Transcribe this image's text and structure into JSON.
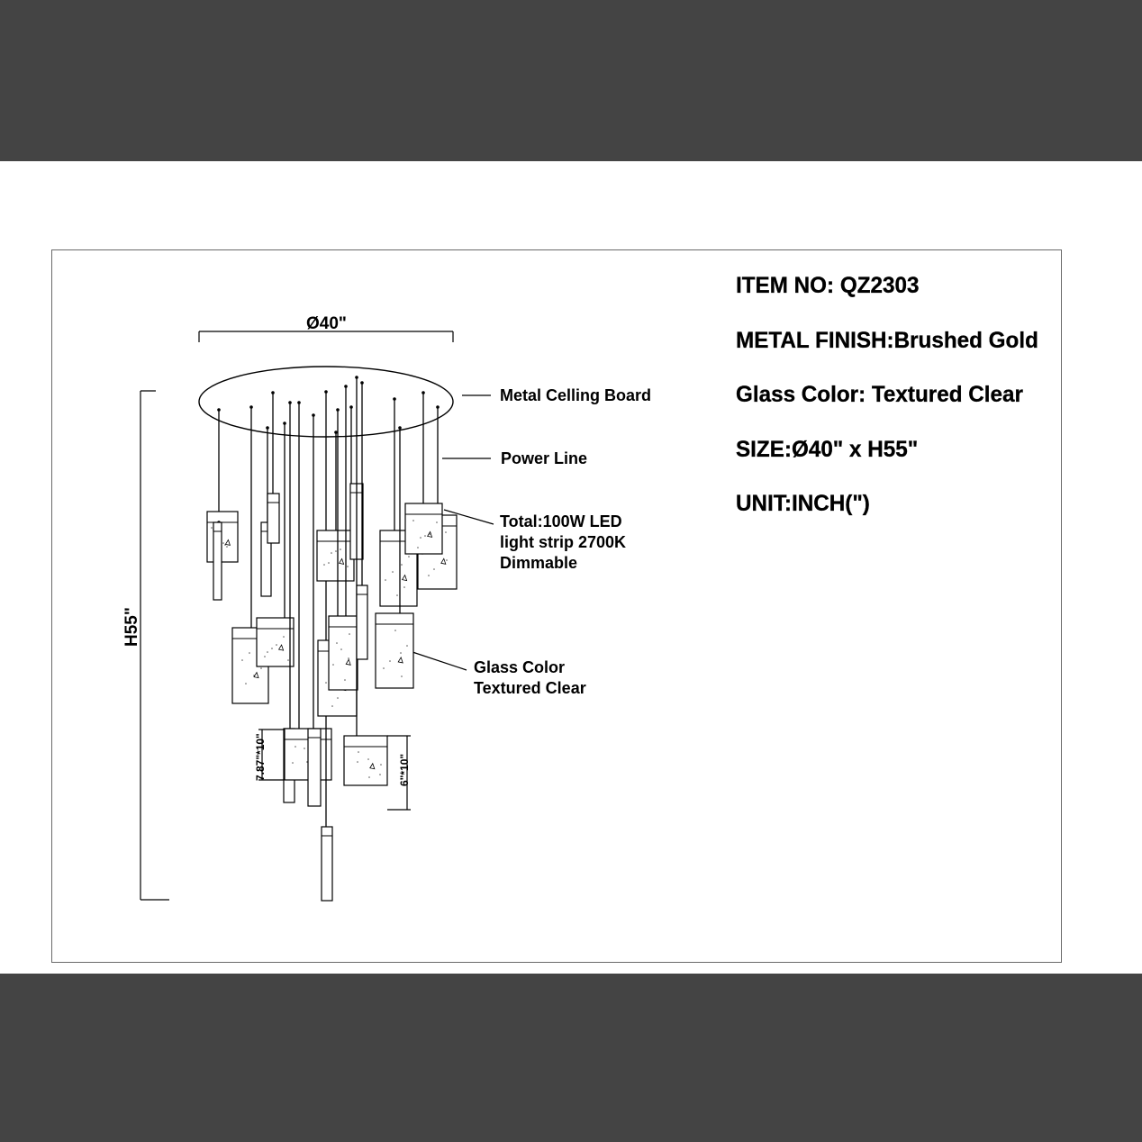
{
  "specs": {
    "item_no": "ITEM NO: QZ2303",
    "metal_finish": "METAL FINISH:Brushed Gold",
    "glass_color": "Glass Color: Textured Clear",
    "size": "SIZE:Ø40\" x H55\"",
    "unit": "UNIT:INCH(\")"
  },
  "callouts": {
    "ceiling_board": "Metal Celling Board",
    "power_line": "Power Line",
    "led_line1": "Total:100W LED",
    "led_line2": "light strip 2700K",
    "led_line3": "Dimmable",
    "glass_line1": "Glass Color",
    "glass_line2": "Textured Clear"
  },
  "dimensions": {
    "diameter": "Ø40\"",
    "height": "H55\"",
    "pendant_large": "7.87\"*10\"",
    "pendant_small": "6\"*10\""
  },
  "colors": {
    "background_band": "#444444",
    "sheet": "#ffffff",
    "line": "#000000"
  }
}
